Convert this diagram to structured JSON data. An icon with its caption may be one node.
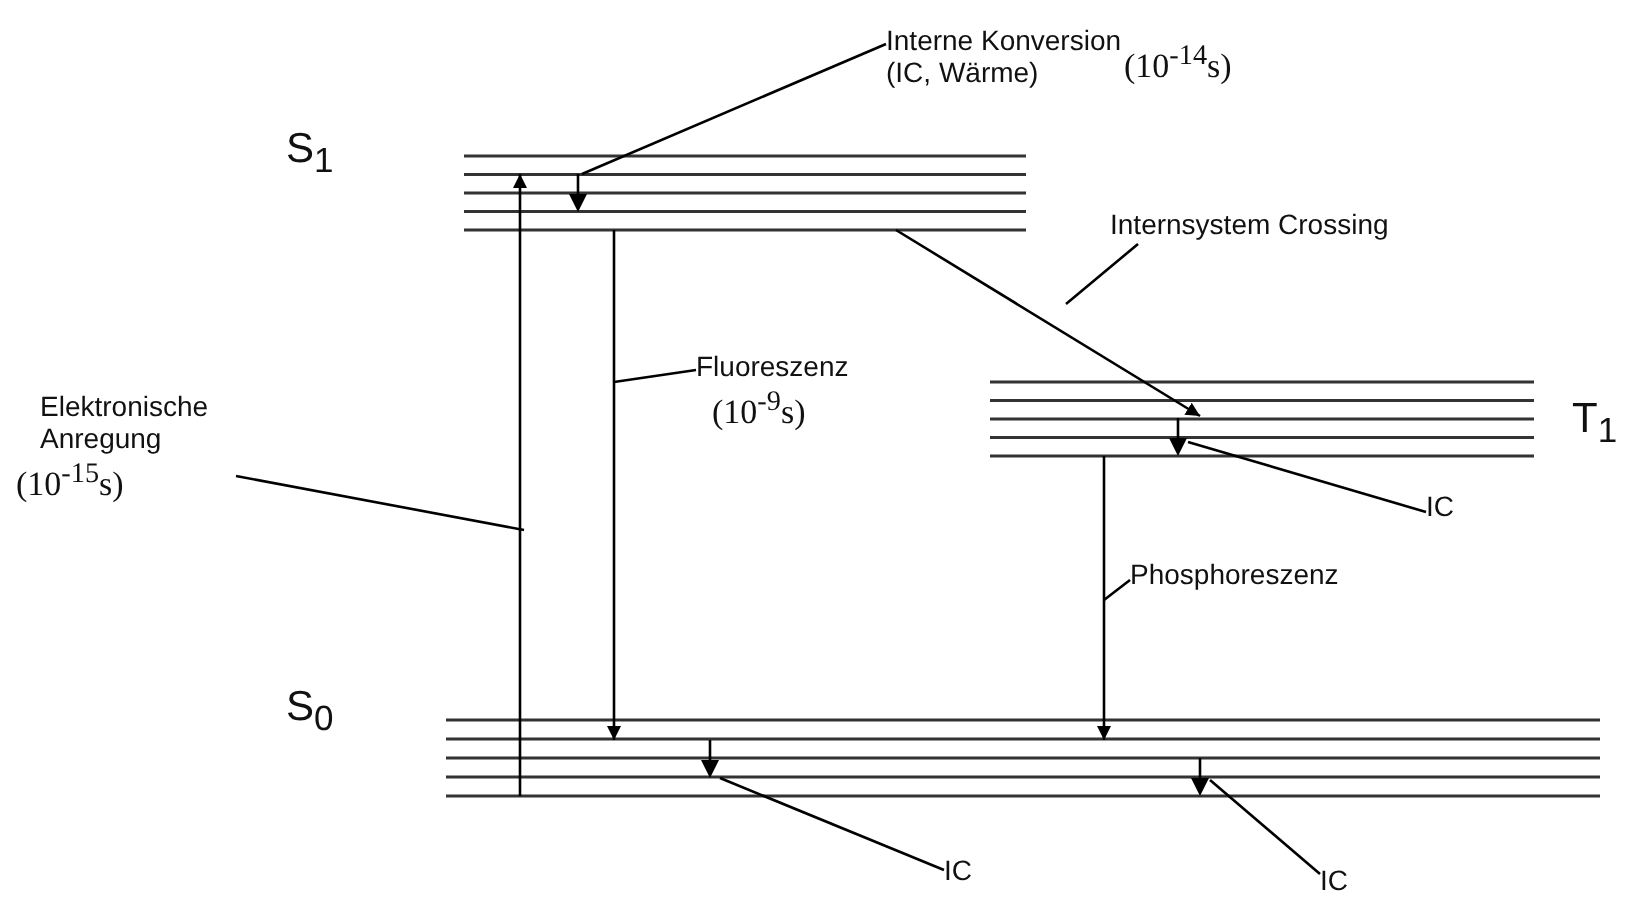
{
  "diagram": {
    "nodes": [
      {
        "text": [],
        "shape": "bar",
        "beside": [
          "S$_{1}$"
        ]
      },
      {
        "text": [],
        "shape": "bar",
        "beside": [
          "T$_{1}$"
        ]
      },
      {
        "text": [],
        "shape": "bar",
        "beside": [
          "S$_{0}$"
        ]
      },
      {
        "text": [],
        "shape": "arrow",
        "in": 0
      },
      {
        "text": [],
        "shape": "arrow",
        "in": 1
      },
      {
        "text": [],
        "shape": "arrow",
        "in": 2
      },
      {
        "text": [],
        "shape": "arrow",
        "in": 2
      },
      {
        "text": [
          "Interne Konversion (IC, Wärme)",
          "(10$^{-14}$s)"
        ]
      },
      {
        "text": [
          "Internsystem Crossing"
        ]
      },
      {
        "text": [
          "Elektronische Anregung",
          "(10$^{-15}$s)"
        ]
      },
      {
        "text": [
          "Fluoreszenz",
          "(10$^{-9}$s)"
        ]
      },
      {
        "text": [
          "IC"
        ]
      },
      {
        "text": [
          "Phosphoreszenz"
        ]
      },
      {
        "text": [
          "IC"
        ]
      },
      {
        "text": [
          "IC"
        ]
      }
    ],
    "edges": [
      {
        "from": 2,
        "to": 0,
        "arrow": "to"
      },
      {
        "from": 0,
        "to": 2,
        "arrow": "to"
      },
      {
        "from": 0,
        "to": 1,
        "arrow": "to"
      },
      {
        "from": 1,
        "to": 2,
        "arrow": "to"
      },
      {
        "from": 7,
        "to": 3,
        "arrow": "none"
      },
      {
        "from": 9,
        "to": null,
        "arrow": "none"
      },
      {
        "from": 10,
        "to": null,
        "arrow": "none"
      },
      {
        "from": 8,
        "to": null,
        "arrow": "none"
      },
      {
        "from": 11,
        "to": 4,
        "arrow": "none"
      },
      {
        "from": 12,
        "to": null,
        "arrow": "none"
      },
      {
        "from": 13,
        "to": 5,
        "arrow": "none"
      },
      {
        "from": 14,
        "to": 6,
        "arrow": "none"
      }
    ]
  }
}
